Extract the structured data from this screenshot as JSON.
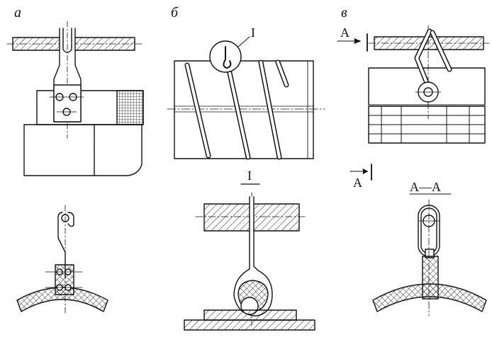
{
  "panels": [
    {
      "letter": "а"
    },
    {
      "letter": "б",
      "callout": "I",
      "detail_title": "I"
    },
    {
      "letter": "в",
      "section_marks": [
        "A",
        "A"
      ],
      "section_title": "A—A"
    }
  ]
}
